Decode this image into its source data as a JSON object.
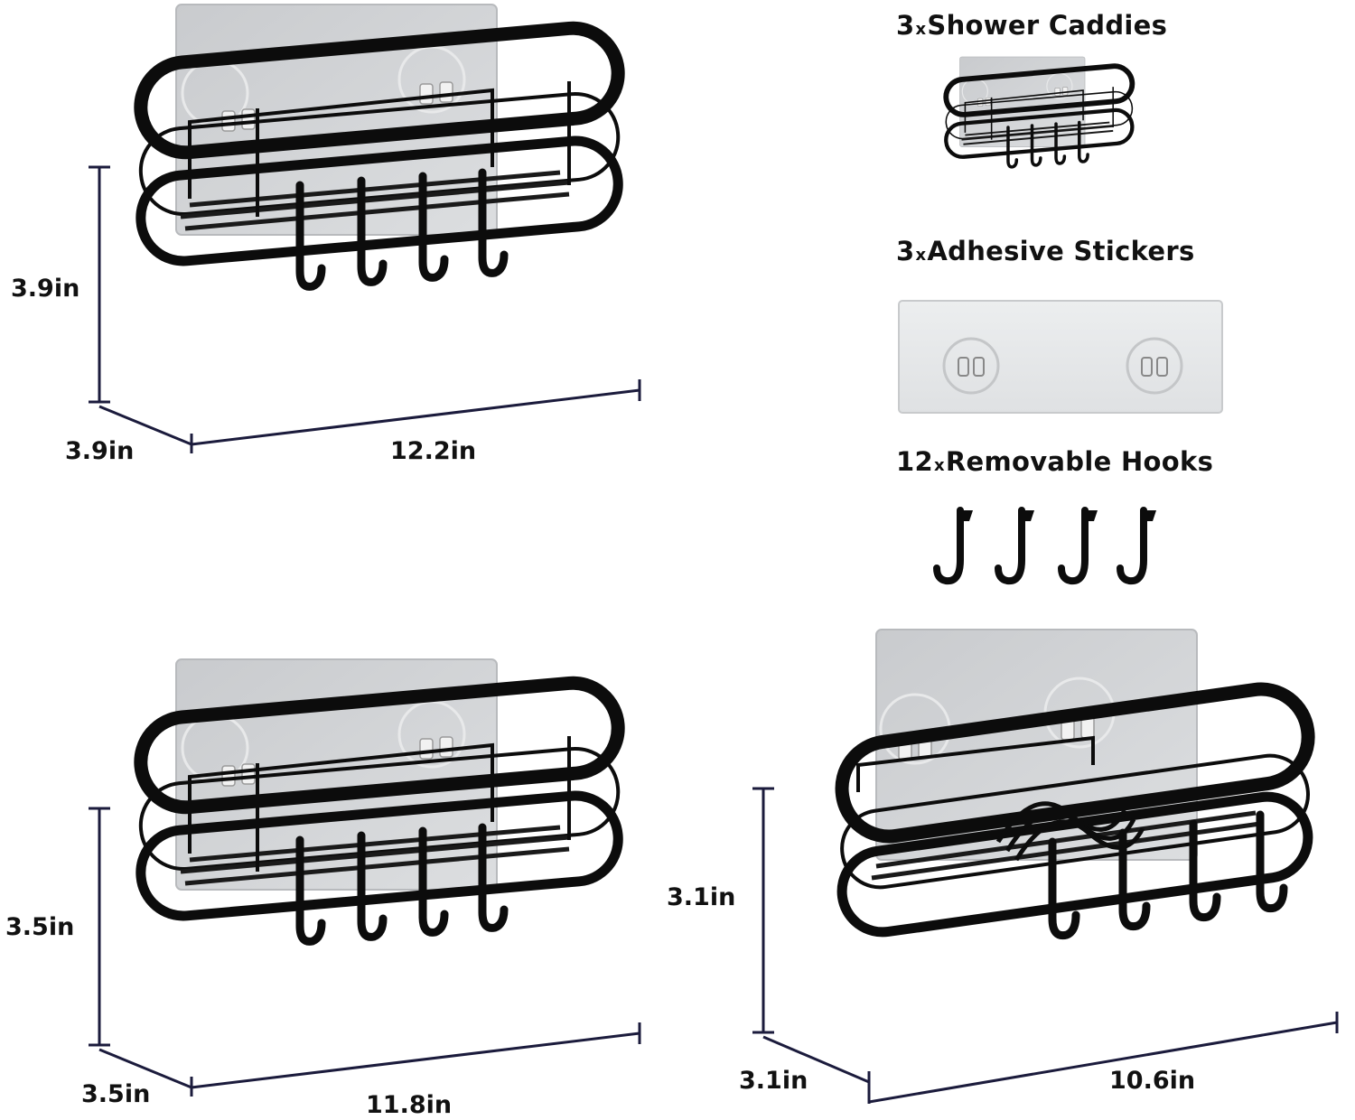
{
  "products": [
    {
      "name": "caddy-large",
      "height": "3.9in",
      "depth": "3.9in",
      "width": "12.2in"
    },
    {
      "name": "caddy-medium",
      "height": "3.5in",
      "depth": "3.5in",
      "width": "11.8in"
    },
    {
      "name": "caddy-small",
      "height": "3.1in",
      "depth": "3.1in",
      "width": "10.6in"
    }
  ],
  "package": {
    "caddies": {
      "qty": "3",
      "x": "x",
      "label": "Shower Caddies"
    },
    "stickers": {
      "qty": "3",
      "x": "x",
      "label": "Adhesive Stickers"
    },
    "hooks": {
      "qty": "12",
      "x": "x",
      "label": "Removable Hooks"
    }
  },
  "colors": {
    "metal": "#0c0c0c",
    "sticker": "#cfd1d3",
    "dimension_line": "#1b1b3c"
  }
}
